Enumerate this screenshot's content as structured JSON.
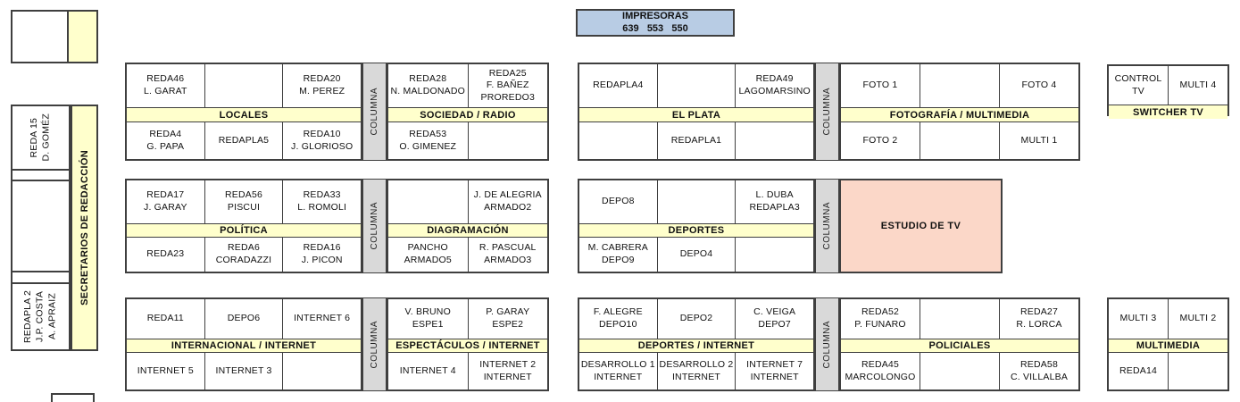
{
  "printers": {
    "title": "IMPRESORAS",
    "numbers": "639   553   550"
  },
  "column_strip_label": "COLUMNA",
  "left_sidebar": {
    "vertical_label": "SECRETARIOS DE REDACCIÓN",
    "desk_top": "REDA 15\nD. GOMÉZ",
    "desk_bottom": "REDAPLA 2\nJ.P. COSTA\nA. APRAIZ"
  },
  "estudio_tv_label": "ESTUDIO DE TV",
  "clusters": [
    {
      "id": "locales",
      "header": "LOCALES",
      "row1": [
        "REDA46\nL. GARAT",
        "",
        "REDA20\nM. PEREZ"
      ],
      "row2": [
        "REDA4\nG. PAPA",
        "REDAPLA5",
        "REDA10\nJ. GLORIOSO"
      ]
    },
    {
      "id": "sociedad-radio",
      "header": "SOCIEDAD / RADIO",
      "row1": [
        "REDA28\nN. MALDONADO",
        "REDA25\nF. BAÑEZ\nPROREDO3"
      ],
      "row2": [
        "REDA53\nO. GIMENEZ",
        ""
      ]
    },
    {
      "id": "el-plata",
      "header": "EL PLATA",
      "row1": [
        "REDAPLA4",
        "",
        "REDA49\nLAGOMARSINO"
      ],
      "row2": [
        "",
        "REDAPLA1",
        ""
      ]
    },
    {
      "id": "fotografia-multimedia",
      "header": "FOTOGRAFÍA / MULTIMEDIA",
      "row1": [
        "FOTO 1",
        "",
        "FOTO 4"
      ],
      "row2": [
        "FOTO 2",
        "",
        "MULTI 1"
      ]
    },
    {
      "id": "switcher-tv",
      "header": "SWITCHER TV",
      "row1": [
        "CONTROL TV",
        "MULTI 4"
      ],
      "row2": null
    },
    {
      "id": "politica",
      "header": "POLÍTICA",
      "row1": [
        "REDA17\nJ. GARAY",
        "REDA56\nPISCUI",
        "REDA33\nL. ROMOLI"
      ],
      "row2": [
        "REDA23",
        "REDA6\nCORADAZZI",
        "REDA16\nJ. PICON"
      ]
    },
    {
      "id": "diagramacion",
      "header": "DIAGRAMACIÓN",
      "row1": [
        "",
        "J. DE ALEGRIA\nARMADO2"
      ],
      "row2": [
        "PANCHO\nARMADO5",
        "R. PASCUAL\nARMADO3"
      ]
    },
    {
      "id": "deportes",
      "header": "DEPORTES",
      "row1": [
        "DEPO8",
        "",
        "L. DUBA\nREDAPLA3"
      ],
      "row2": [
        "M. CABRERA\nDEPO9",
        "DEPO4",
        ""
      ]
    },
    {
      "id": "internacional-internet",
      "header": "INTERNACIONAL / INTERNET",
      "row1": [
        "REDA11",
        "DEPO6",
        "INTERNET 6"
      ],
      "row2": [
        "INTERNET 5",
        "INTERNET 3",
        ""
      ]
    },
    {
      "id": "espectaculos-internet",
      "header": "ESPECTÁCULOS / INTERNET",
      "row1": [
        "V. BRUNO\nESPE1",
        "P. GARAY\nESPE2"
      ],
      "row2": [
        "INTERNET 4",
        "INTERNET 2\nINTERNET"
      ]
    },
    {
      "id": "deportes-internet",
      "header": "DEPORTES / INTERNET",
      "row1": [
        "F. ALEGRE\nDEPO10",
        "DEPO2",
        "C. VEIGA\nDEPO7"
      ],
      "row2": [
        "DESARROLLO 1\nINTERNET",
        "DESARROLLO 2\nINTERNET",
        "INTERNET 7\nINTERNET"
      ]
    },
    {
      "id": "policiales",
      "header": "POLICIALES",
      "row1": [
        "REDA52\nP. FUNARO",
        "",
        "REDA27\nR. LORCA"
      ],
      "row2": [
        "REDA45\nMARCOLONGO",
        "",
        "REDA58\nC. VILLALBA"
      ]
    },
    {
      "id": "multimedia",
      "header": "MULTIMEDIA",
      "row1": [
        "MULTI 3",
        "MULTI 2"
      ],
      "row2": [
        "REDA14",
        ""
      ]
    }
  ],
  "colors": {
    "header_yellow": "#FFFFCC",
    "column_gray": "#D9D9D9",
    "printers_blue": "#B8CCE4",
    "estudio_pink": "#FBD7C8",
    "border_dark": "#3F3F3F"
  }
}
